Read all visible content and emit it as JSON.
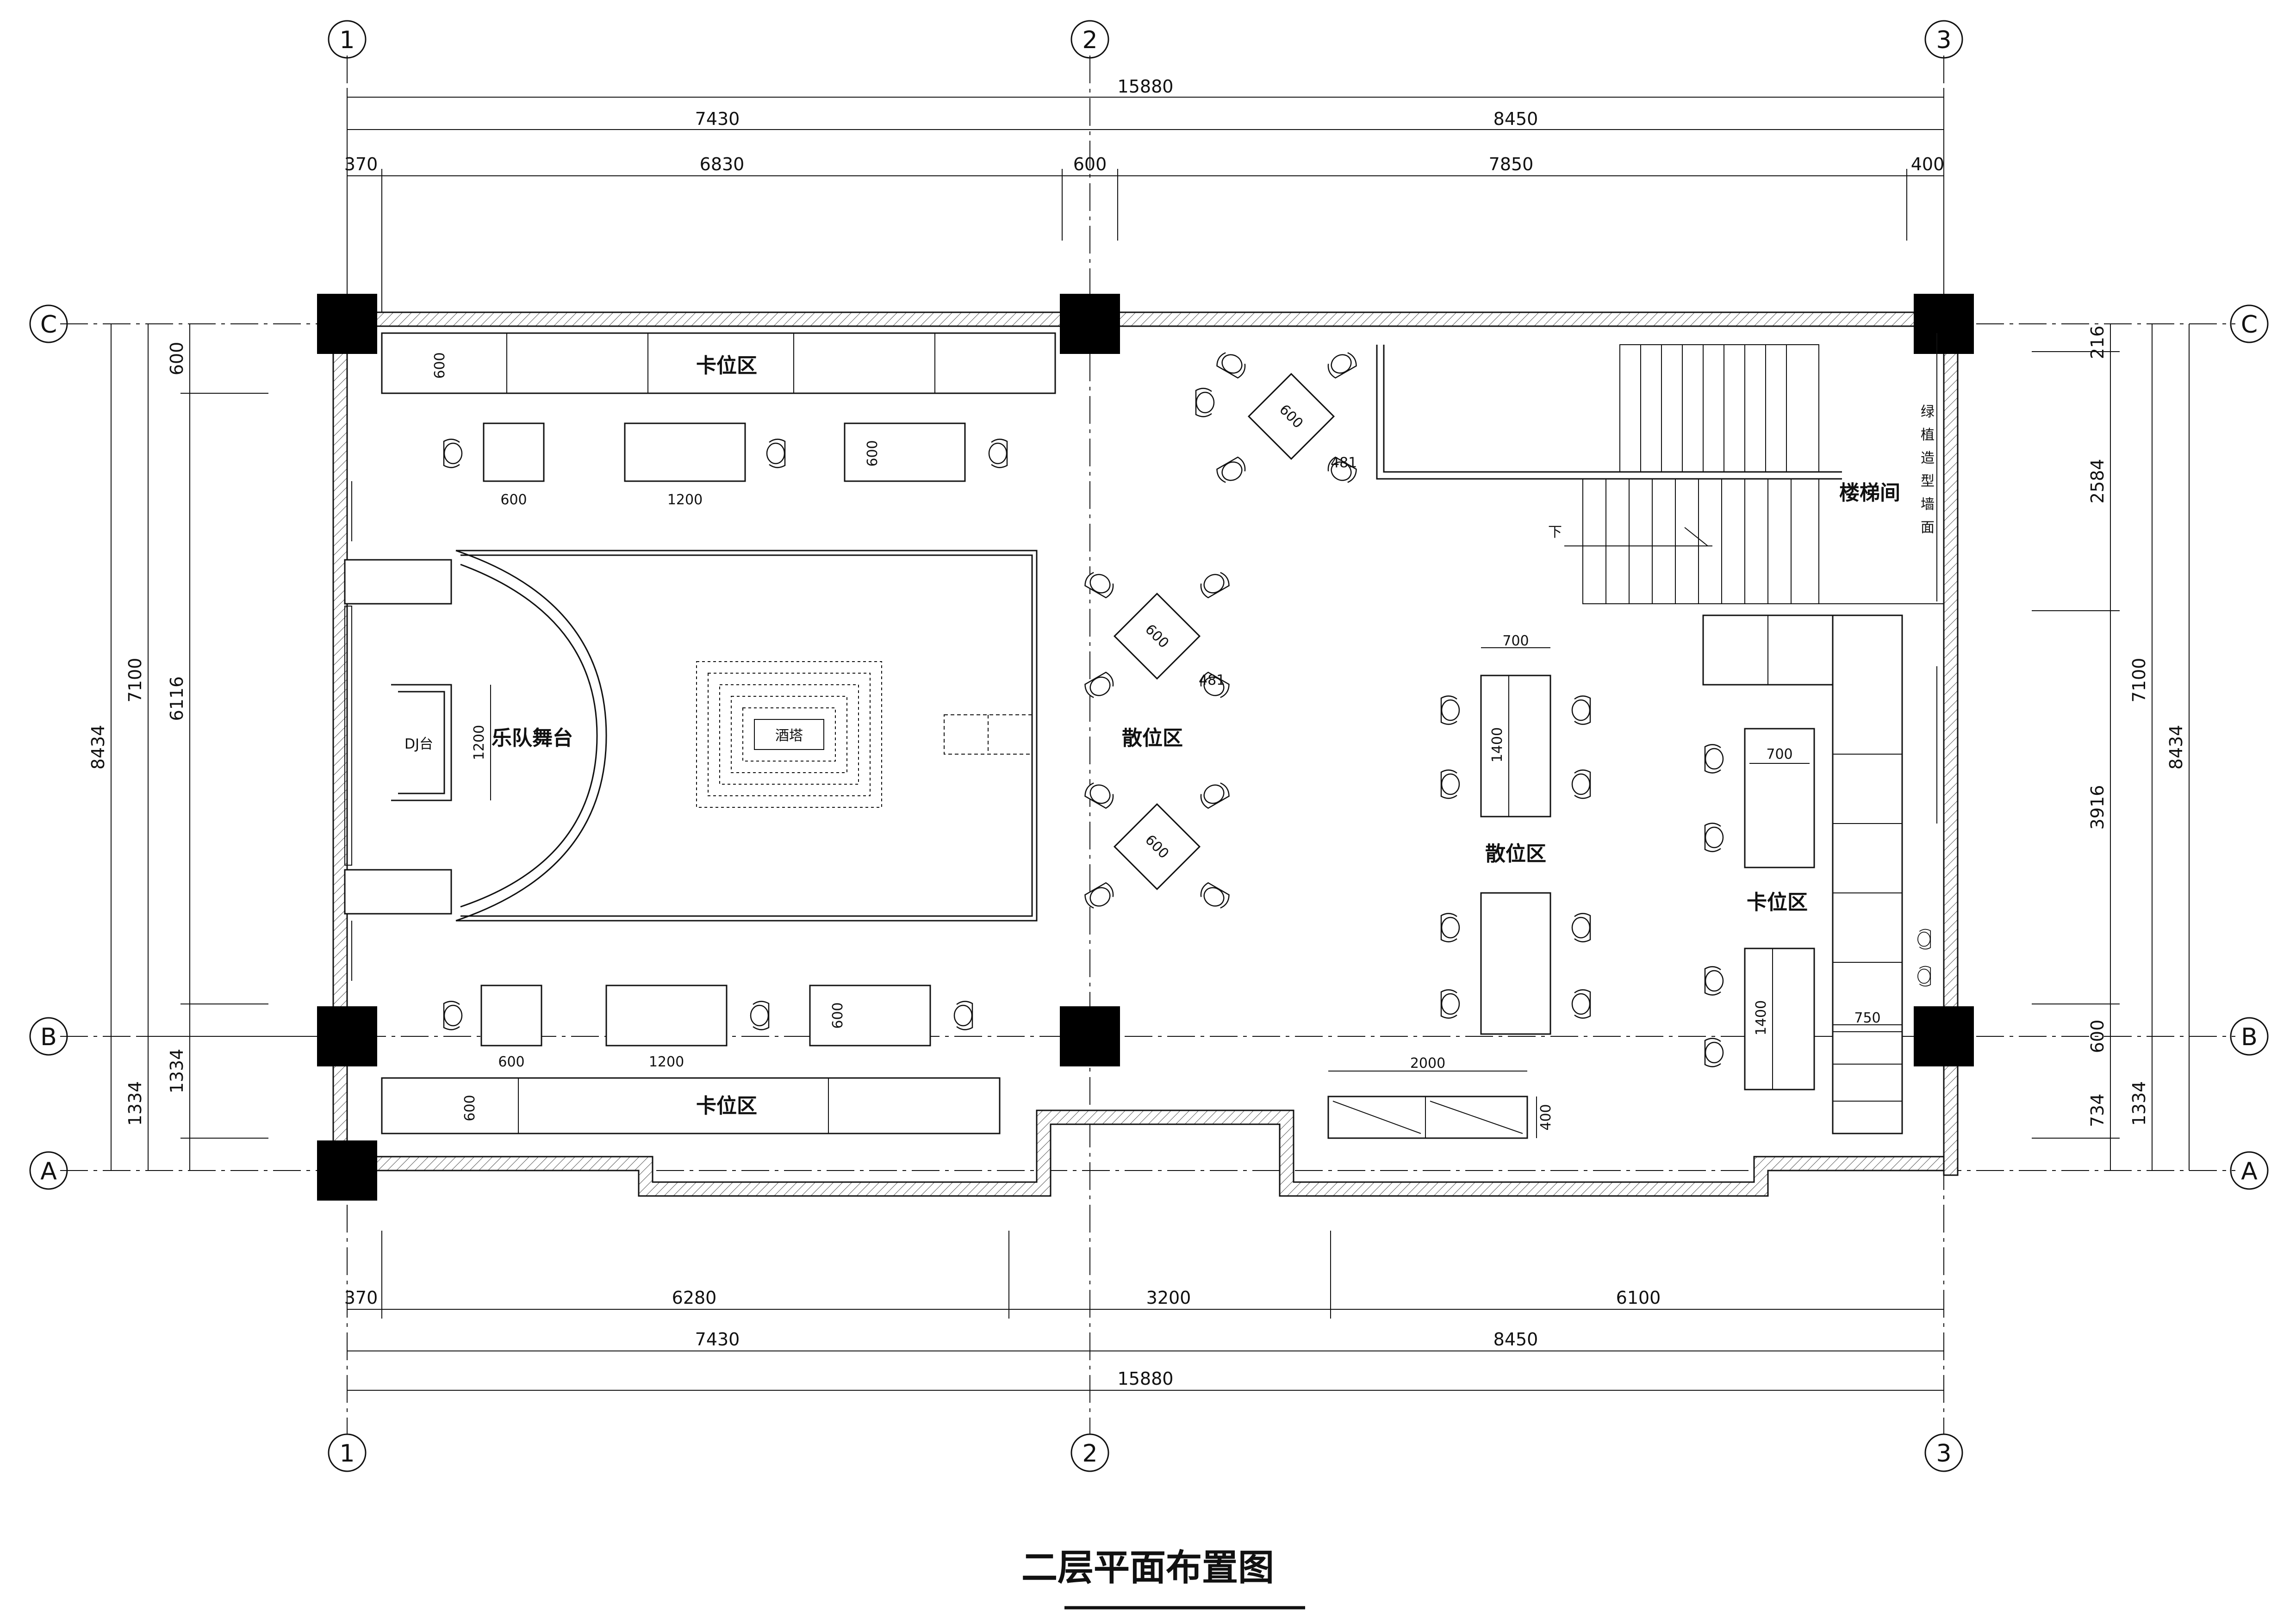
{
  "title": "二层平面布置图",
  "axes": {
    "columns": [
      "1",
      "2",
      "3"
    ],
    "rows": [
      "C",
      "B",
      "A"
    ]
  },
  "dimensions": {
    "top": {
      "overall": "15880",
      "spans": [
        "7430",
        "8450"
      ],
      "detail": [
        "370",
        "6830",
        "600",
        "7850",
        "400"
      ]
    },
    "bottom": {
      "detail": [
        "370",
        "6280",
        "3200",
        "6100"
      ],
      "spans": [
        "7430",
        "8450"
      ],
      "overall": "15880"
    },
    "left": {
      "overall": "8434",
      "spans": [
        "7100",
        "1334"
      ],
      "detail": [
        "600",
        "6116",
        "1334"
      ]
    },
    "right": {
      "detail": [
        "216",
        "2584",
        "3916",
        "600",
        "734"
      ],
      "spans": [
        "7100",
        "1334"
      ],
      "overall": "8434"
    }
  },
  "rooms": {
    "booth_top": "卡位区",
    "booth_bottom": "卡位区",
    "booth_right": "卡位区",
    "stage": "乐队舞台",
    "dj": "DJ台",
    "wine_tower": "酒塔",
    "loose_seating_center": "散位区",
    "loose_seating_right": "散位区",
    "stairwell": "楼梯间",
    "stair_down": "下",
    "green_wall": [
      "绿",
      "植",
      "造",
      "型",
      "墙",
      "面"
    ]
  },
  "furniture_dims": {
    "booth_depth": "600",
    "table_600": "600",
    "table_1200": "1200",
    "table_depth": "600",
    "stage_dim": "1200",
    "rot_table": "600",
    "rot_gap": "481",
    "table_700": "700",
    "table_1400": "1400",
    "bench_750": "750",
    "counter_2000": "2000",
    "counter_400": "400"
  }
}
